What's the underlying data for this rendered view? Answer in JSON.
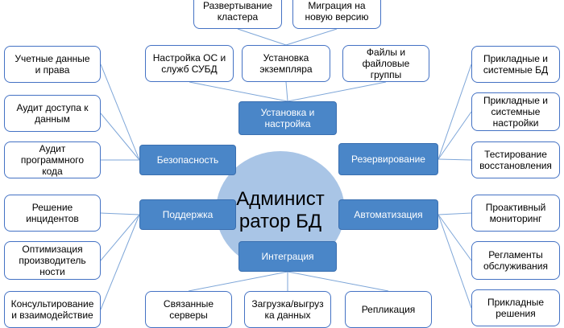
{
  "center": {
    "label": "Админист\nратор БД"
  },
  "categories": {
    "install": "Установка и\nнастройка",
    "security": "Безопасность",
    "backup": "Резервирование",
    "support": "Поддержка",
    "automation": "Автоматизация",
    "integration": "Интеграция"
  },
  "leaves": {
    "cluster": "Развертывание\nкластера",
    "migration": "Миграция на\nновую версию",
    "os_config": "Настройка ОС и\nслужб СУБД",
    "instance": "Установка\nэкземпляра",
    "files": "Файлы и\nфайловые\nгруппы",
    "credentials": "Учетные данные\nи права",
    "access_audit": "Аудит доступа к\nданным",
    "code_audit": "Аудит\nпрограммного\nкода",
    "app_db": "Прикладные и\nсистемные БД",
    "app_settings": "Прикладные и\nсистемные\nнастройки",
    "restore_test": "Тестирование\nвосстановления",
    "incidents": "Решение\nинцидентов",
    "perf_opt": "Оптимизация\nпроизводитель\nности",
    "consulting": "Консультирование\nи взаимодействие",
    "monitoring": "Проактивный\nмониторинг",
    "maintenance": "Регламенты\nобслуживания",
    "app_solutions": "Прикладные\nрешения",
    "linked_servers": "Связанные\nсерверы",
    "load_unload": "Загрузка/выгруз\nка данных",
    "replication": "Репликация"
  },
  "colors": {
    "line": "#7ea6d8",
    "category": "#4a86c8",
    "center": "#a9c5e6",
    "leaf_border": "#4472c4"
  }
}
